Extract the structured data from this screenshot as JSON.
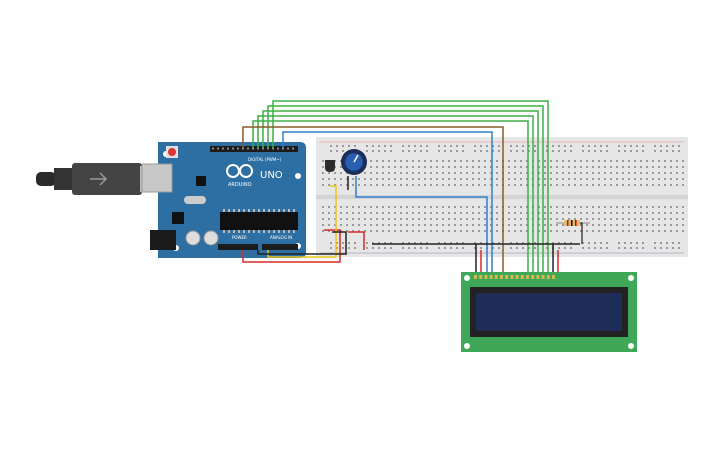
{
  "board": {
    "model_text": "UNO",
    "brand_text": "ARDUINO",
    "digital_label": "DIGITAL (PWM~)",
    "power_label": "POWER",
    "analog_label": "ANALOG IN"
  },
  "colors": {
    "board": "#2d6fa3",
    "breadboard": "#e6e6e6",
    "lcd_pcb": "#3ea858",
    "lcd_screen": "#1e2c58",
    "wire_green": "#3cb043",
    "wire_brown": "#8b5a2b",
    "wire_blue": "#2f7fd1",
    "wire_red": "#d62b2b",
    "wire_yellow": "#f0c419",
    "wire_black": "#222222"
  },
  "components": [
    "arduino-uno",
    "usb-cable",
    "breadboard",
    "potentiometer",
    "temperature-sensor",
    "resistor",
    "lcd-16x2"
  ]
}
